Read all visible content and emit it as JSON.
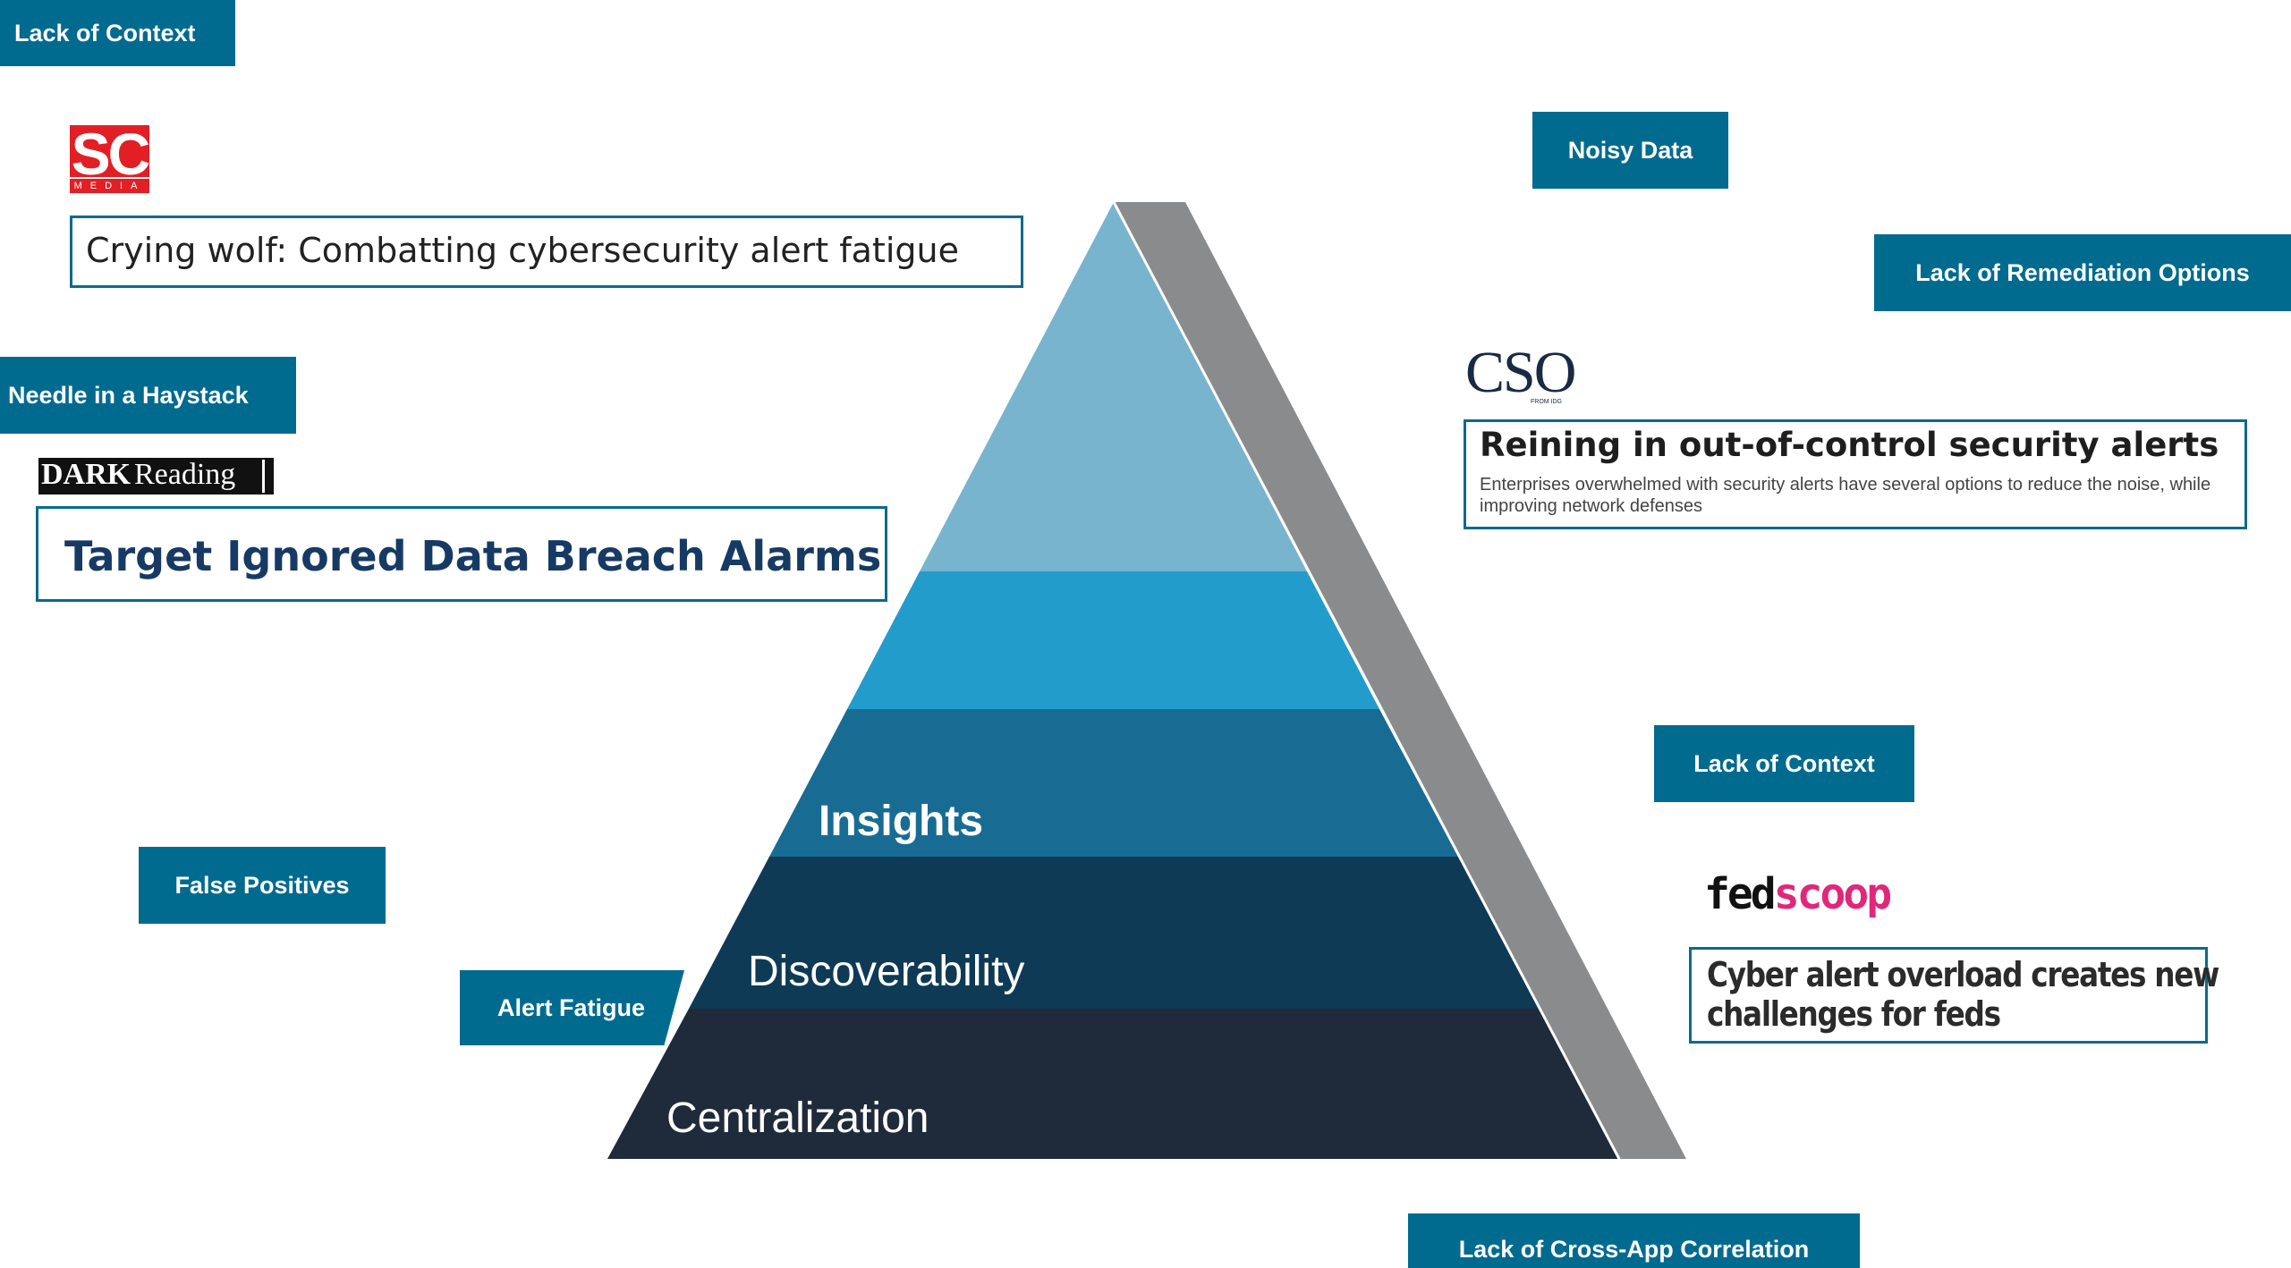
{
  "tags": {
    "top_left": "Lack of Context",
    "noisy": "Noisy Data",
    "remediation": "Lack of Remediation Options",
    "needle": "Needle in a Haystack",
    "context_right": "Lack of Context",
    "false_pos": "False Positives",
    "fatigue": "Alert Fatigue",
    "cross_app": "Lack of Cross-App Correlation"
  },
  "sc": {
    "logo": "SC",
    "logo_sub": "MEDIA",
    "headline": "Crying wolf: Combatting cybersecurity alert fatigue"
  },
  "dark": {
    "logo_bold": "DARK",
    "logo_light": "Reading",
    "headline": "Target Ignored Data Breach Alarms"
  },
  "cso": {
    "logo": "CSO",
    "logo_sub": "FROM IDG",
    "headline": "Reining in out-of-control security alerts",
    "body": "Enterprises overwhelmed with security alerts have several options to reduce the noise, while improving network defenses"
  },
  "fed": {
    "logo_a": "fed",
    "logo_b": "scoop",
    "headline_1": "Cyber alert overload creates new",
    "headline_2": "challenges for feds"
  },
  "pyramid": {
    "levels": [
      {
        "label": "",
        "color": "#78b4ce"
      },
      {
        "label": "",
        "color": "#229ccb"
      },
      {
        "label": "Insights",
        "color": "#186c93"
      },
      {
        "label": "Discoverability",
        "color": "#0e3a56"
      },
      {
        "label": "Centralization",
        "color": "#1f2b3a"
      }
    ],
    "side_color": "#8a8b8d"
  }
}
